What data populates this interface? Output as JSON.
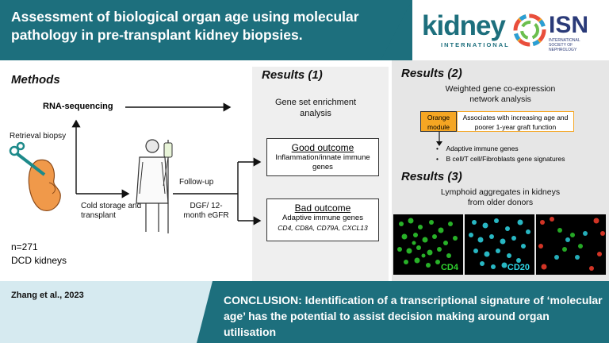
{
  "header": {
    "title": "Assessment of biological organ age using molecular pathology in pre-transplant kidney biopsies."
  },
  "logos": {
    "kidney_word": "kidney",
    "kidney_sub": "INTERNATIONAL",
    "isn_word": "ISN",
    "isn_sub": "INTERNATIONAL SOCIETY OF NEPHROLOGY"
  },
  "methods": {
    "title": "Methods",
    "rna_seq": "RNA-sequencing",
    "retrieval": "Retrieval biopsy",
    "cold_storage": "Cold storage and transplant",
    "follow_up": "Follow-up",
    "dgf": "DGF/ 12-month eGFR",
    "n": "n=271",
    "dcd": "DCD kidneys"
  },
  "results1": {
    "title": "Results (1)",
    "gsea": "Gene set enrichment analysis",
    "good_title": "Good outcome",
    "good_body": "Inflammation/innate immune genes",
    "bad_title": "Bad outcome",
    "bad_body": "Adaptive immune genes",
    "bad_genes": "CD4, CD8A, CD79A, CXCL13"
  },
  "results2": {
    "title": "Results (2)",
    "wgcna": "Weighted gene co-expression network analysis",
    "module": "Orange module",
    "assoc": "Associates with increasing age and poorer 1-year graft function",
    "bullet1": "Adaptive immune genes",
    "bullet2": "B cell/T cell/Fibroblasts gene signatures"
  },
  "results3": {
    "title": "Results (3)",
    "lymph": "Lymphoid aggregates in kidneys from older donors",
    "label_cd4": "CD4",
    "label_cd20": "CD20"
  },
  "footer": {
    "citation": "Zhang et al., 2023",
    "conclusion": "CONCLUSION:  Identification of a transcriptional signature of ‘molecular age’ has the potential to assist decision making around organ utilisation"
  },
  "colors": {
    "teal": "#1d6f7d",
    "orange": "#f5a623",
    "green_stain": "#2fd12f",
    "cyan_stain": "#2fd7e6",
    "red_stain": "#e83a2a"
  }
}
